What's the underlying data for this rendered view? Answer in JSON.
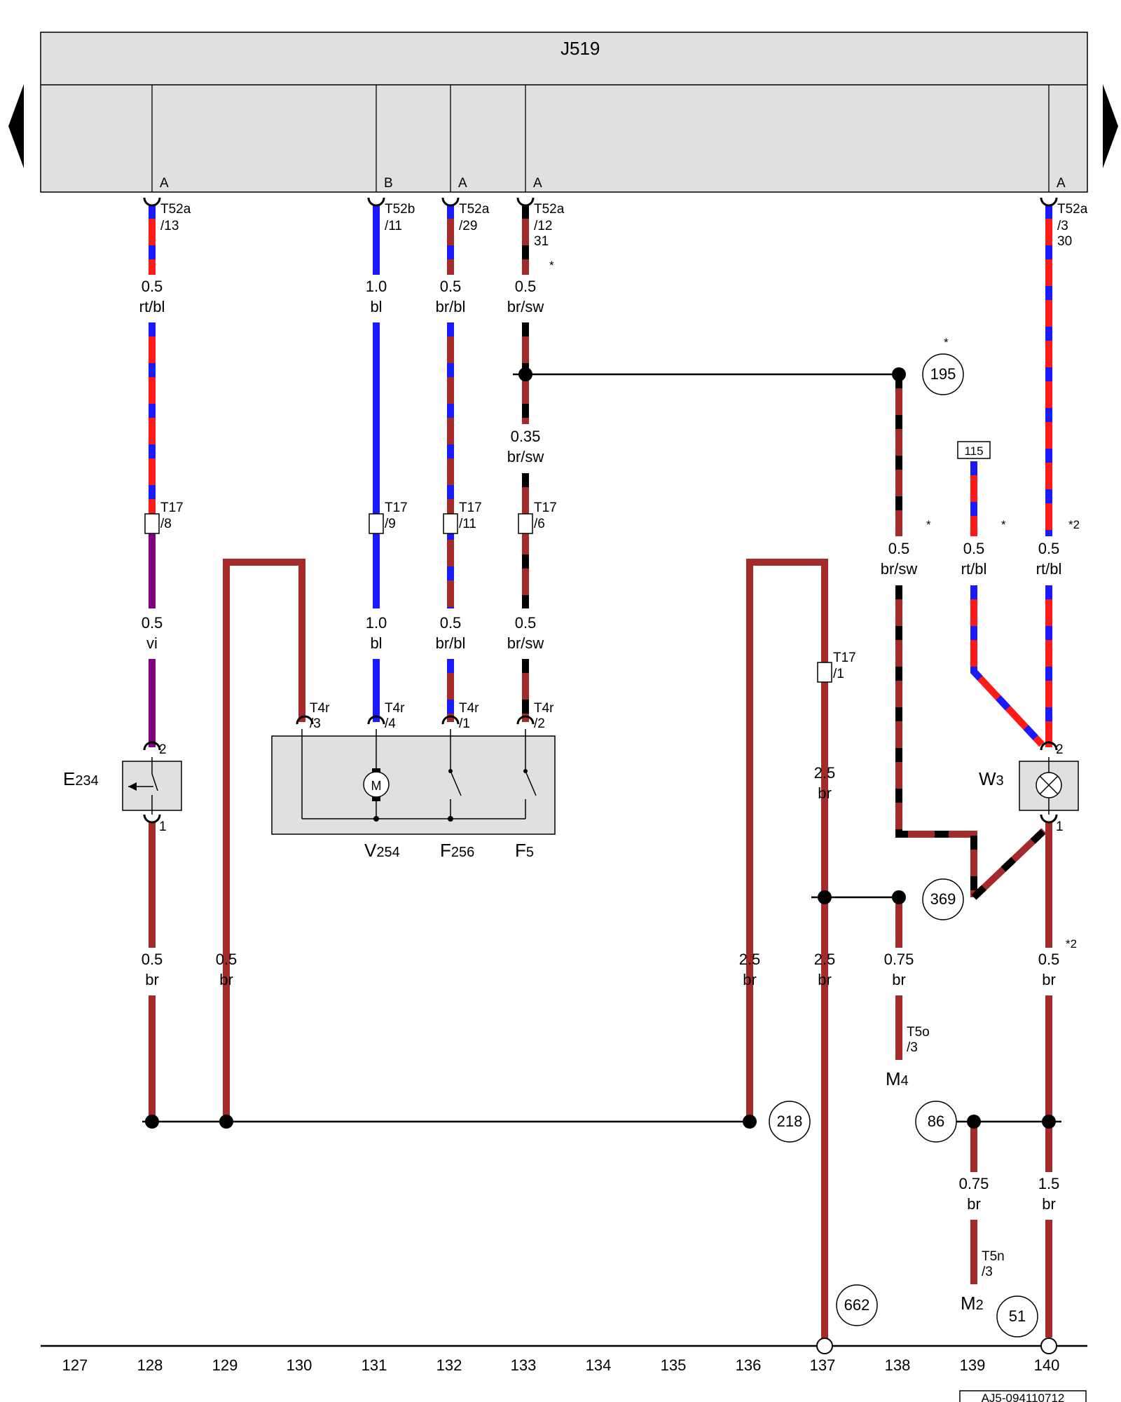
{
  "title_block": {
    "component": "J519",
    "drawing_number": "AJ5-094110712"
  },
  "connector_letters": [
    "A",
    "B",
    "A",
    "A",
    "A"
  ],
  "pins": [
    {
      "c": "T52a",
      "n": "/13",
      "extra": ""
    },
    {
      "c": "T52b",
      "n": "/11",
      "extra": ""
    },
    {
      "c": "T52a",
      "n": "/29",
      "extra": ""
    },
    {
      "c": "T52a",
      "n": "/12",
      "extra": "31"
    },
    {
      "c": "T52a",
      "n": "/3",
      "extra": "30"
    },
    {
      "c": "T17",
      "n": "/8"
    },
    {
      "c": "T17",
      "n": "/9"
    },
    {
      "c": "T17",
      "n": "/11"
    },
    {
      "c": "T17",
      "n": "/6"
    },
    {
      "c": "T17",
      "n": "/1"
    },
    {
      "c": "T4r",
      "n": "/3"
    },
    {
      "c": "T4r",
      "n": "/4"
    },
    {
      "c": "T4r",
      "n": "/1"
    },
    {
      "c": "T4r",
      "n": "/2"
    },
    {
      "c": "T5o",
      "n": "/3"
    },
    {
      "c": "T5n",
      "n": "/3"
    }
  ],
  "pin_numbers": [
    "2",
    "1",
    "2",
    "1"
  ],
  "wire_labels": [
    {
      "size": "0.5",
      "color": "rt/bl"
    },
    {
      "size": "1.0",
      "color": "bl"
    },
    {
      "size": "0.5",
      "color": "br/bl"
    },
    {
      "size": "0.5",
      "color": "br/sw"
    },
    {
      "size": "0.35",
      "color": "br/sw"
    },
    {
      "size": "0.5",
      "color": "br/sw"
    },
    {
      "size": "0.5",
      "color": "rt/bl"
    },
    {
      "size": "0.5",
      "color": "rt/bl"
    },
    {
      "size": "0.5",
      "color": "vi"
    },
    {
      "size": "1.0",
      "color": "bl"
    },
    {
      "size": "0.5",
      "color": "br/bl"
    },
    {
      "size": "0.5",
      "color": "br/sw"
    },
    {
      "size": "2.5",
      "color": "br"
    },
    {
      "size": "0.5",
      "color": "br"
    },
    {
      "size": "0.5",
      "color": "br"
    },
    {
      "size": "2.5",
      "color": "br"
    },
    {
      "size": "2.5",
      "color": "br"
    },
    {
      "size": "0.75",
      "color": "br"
    },
    {
      "size": "0.5",
      "color": "br"
    },
    {
      "size": "0.75",
      "color": "br"
    },
    {
      "size": "1.5",
      "color": "br"
    }
  ],
  "components": [
    {
      "main": "E",
      "sub": "234"
    },
    {
      "main": "V",
      "sub": "254"
    },
    {
      "main": "F",
      "sub": "256"
    },
    {
      "main": "F",
      "sub": "5"
    },
    {
      "main": "W",
      "sub": "3"
    },
    {
      "main": "M",
      "sub": "4"
    },
    {
      "main": "M",
      "sub": "2"
    }
  ],
  "motor_symbol": "M",
  "references": [
    "195",
    "369",
    "218",
    "86",
    "662",
    "51"
  ],
  "boxed_reference": "115",
  "footnotes": [
    "*",
    "*",
    "*",
    "*",
    "*2",
    "*2"
  ],
  "columns": [
    "127",
    "128",
    "129",
    "130",
    "131",
    "132",
    "133",
    "134",
    "135",
    "136",
    "137",
    "138",
    "139",
    "140"
  ],
  "wire_colors": {
    "rt": "#ff1a1a",
    "bl": "#1a1aff",
    "br": "#a52a2a",
    "sw": "#000000",
    "vi": "#800080"
  }
}
